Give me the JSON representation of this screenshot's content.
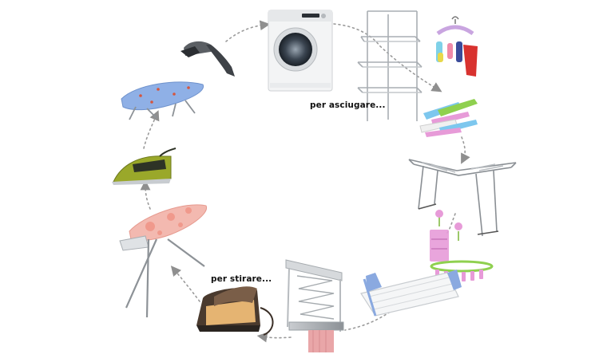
{
  "labels": {
    "drying": "per asciugare...",
    "ironing": "per stirare..."
  },
  "items": [
    "washing-machine",
    "tower-drying-rack",
    "sock-hanger",
    "clothes-pegs",
    "wing-drying-rack",
    "peg-hanger",
    "radiator-drying-rack",
    "wall-mounted-drying-rack",
    "steam-generator-iron",
    "ironing-board",
    "steam-iron",
    "table-ironing-board",
    "garment-steamer"
  ],
  "colors": {
    "background": "#ffffff",
    "arrow": "#9a9a9a",
    "board_cover_pink": "#f3b9b0",
    "board_cover_blue": "#8fb0e6",
    "iron_green": "#9aa82a",
    "pegs_pink": "#e79bd8",
    "pegs_green": "#8fd04f"
  }
}
